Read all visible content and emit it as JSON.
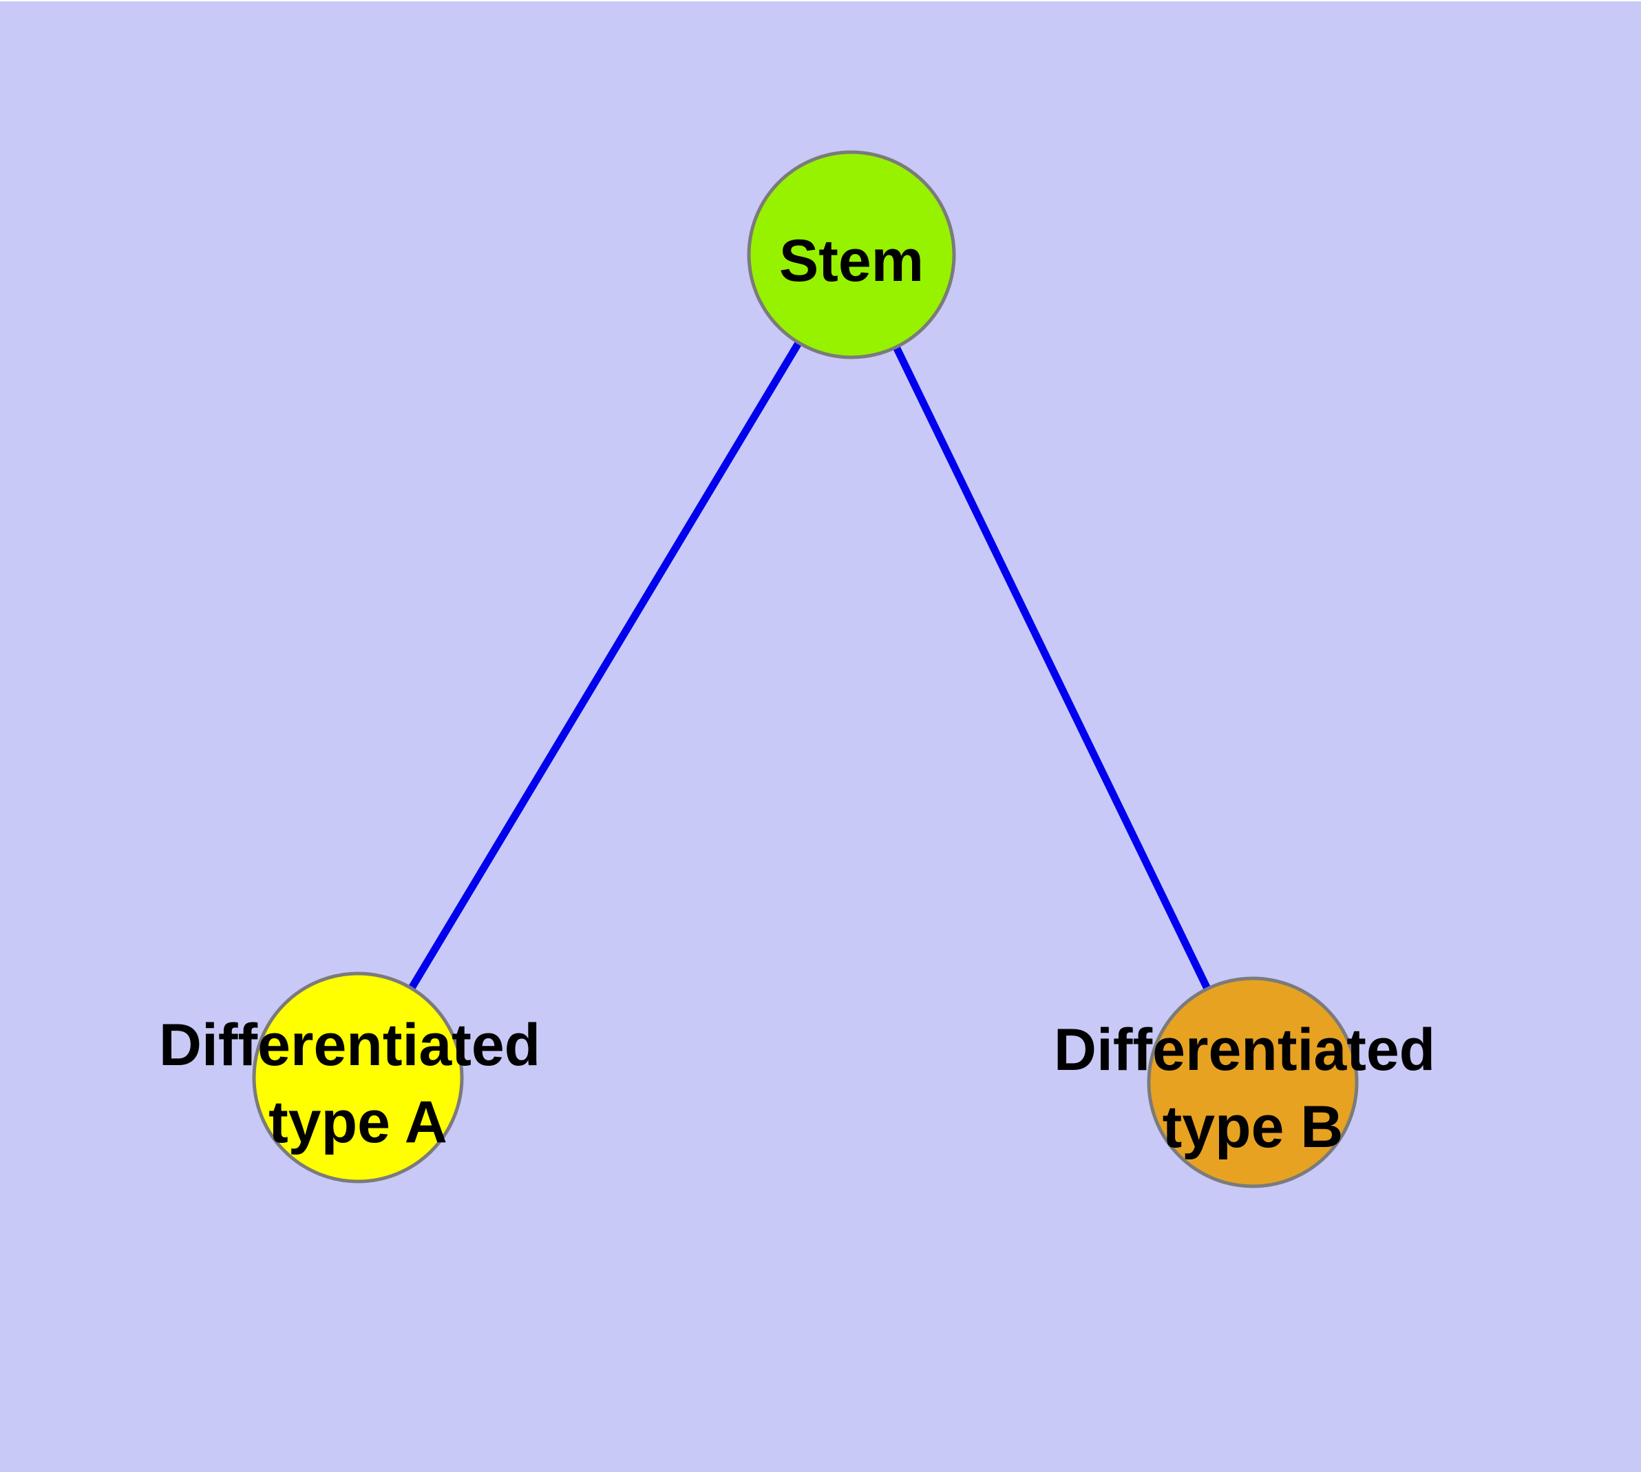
{
  "diagram": {
    "title": "",
    "background_color": "#c9c9f7",
    "edge_color": "#0000ee",
    "node_border_color": "#7b7b7b",
    "label_color": "#000000",
    "nodes": [
      {
        "id": "stem",
        "label": "Stem",
        "fill": "#97f200"
      },
      {
        "id": "differentiated-type-a",
        "label_line1": "Differentiated",
        "label_line2": "type A",
        "fill": "#ffff00"
      },
      {
        "id": "differentiated-type-b",
        "label_line1": "Differentiated",
        "label_line2": "type B",
        "fill": "#e7a222"
      }
    ],
    "edges": [
      {
        "from": "stem",
        "to": "differentiated-type-a"
      },
      {
        "from": "stem",
        "to": "differentiated-type-b"
      }
    ]
  }
}
